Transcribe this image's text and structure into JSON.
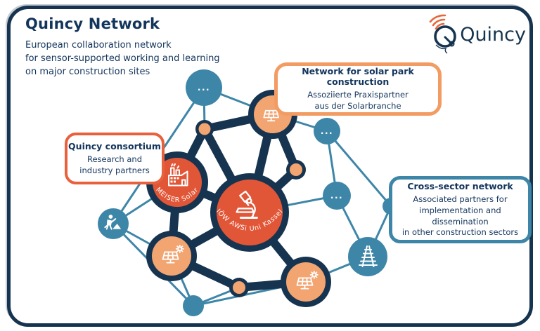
{
  "header": {
    "title": "Quincy Network",
    "subtitle": "European collaboration network\nfor sensor-supported working and learning\non major construction sites"
  },
  "logo": {
    "text": "Quincy"
  },
  "callouts": {
    "consortium": {
      "title": "Quincy consortium",
      "body": "Research and\nindustry partners"
    },
    "solar": {
      "title": "Network for solar park construction",
      "body": "Assoziierte Praxispartner\naus der Solarbranche"
    },
    "cross_sector": {
      "title": "Cross-sector network",
      "body": "Associated partners for\nimplementation and dissemination\nin other construction sectors"
    }
  },
  "network": {
    "central_label": "IÖW  AWSi  Uni Kassel",
    "meiser_label": "MEISER Solar",
    "ellipsis": "..."
  },
  "colors": {
    "navy": "#16344F",
    "orange": "#E25638",
    "light_orange": "#F2A471",
    "teal": "#3E86A8",
    "box_orange_light": "#F29C63",
    "box_orange_strong": "#E8613C"
  }
}
